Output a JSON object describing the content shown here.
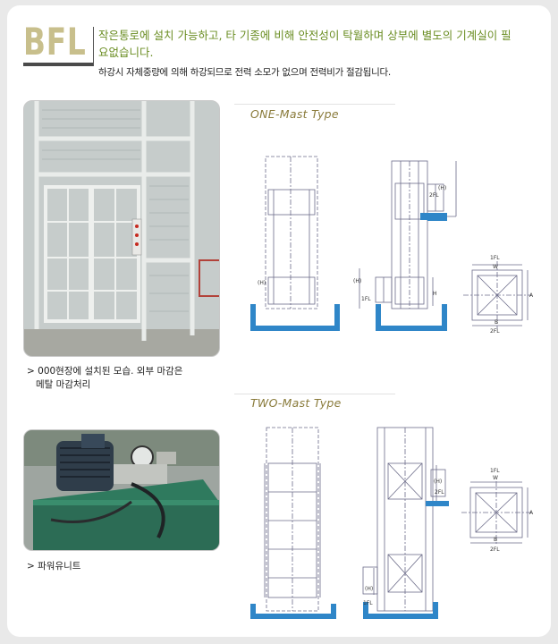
{
  "header": {
    "logo": "BFL",
    "intro_line1": "작은통로에 설치 가능하고, 타 기종에 비해 안전성이 탁월하며 상부에 별도의 기계실이 필요없습니다.",
    "intro_line2": "하강시 자체중량에 의해 하강되므로 전력 소모가 없으며 전력비가 절감됩니다."
  },
  "sections": {
    "one_mast": {
      "title": "ONE-Mast Type"
    },
    "two_mast": {
      "title": "TWO-Mast Type"
    }
  },
  "photos": {
    "installed_caption_1": "> 000현장에 설치된 모습. 외부 마감은",
    "installed_caption_2": "메탈 마감처리",
    "power_unit_caption": "> 파워유니트"
  },
  "drawing_labels": {
    "h_paren": "(H)",
    "h": "H",
    "fl1": "1FL",
    "fl2": "2FL",
    "w": "W",
    "a": "A",
    "b": "B"
  },
  "colors": {
    "accent_green": "#6a8d22",
    "logo_tan": "#c8bf8c",
    "title_olive": "#8a7b3b",
    "pit_blue": "#2f86c8"
  }
}
